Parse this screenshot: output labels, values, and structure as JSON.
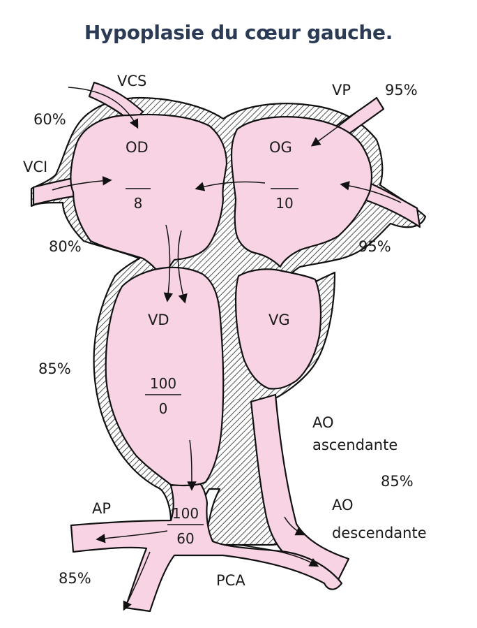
{
  "title": "Hypoplasie du cœur gauche.",
  "colors": {
    "chamber_fill": "#f7d3e4",
    "hatch": "#222222",
    "title": "#2b3a55"
  },
  "labels": {
    "vcs": "VCS",
    "vci": "VCI",
    "vp": "VP",
    "od": "OD",
    "og": "OG",
    "vd": "VD",
    "vg": "VG",
    "ap": "AP",
    "pca": "PCA",
    "ao_asc_1": "AO",
    "ao_asc_2": "ascendante",
    "ao_desc_1": "AO",
    "ao_desc_2": "descendante"
  },
  "saturations": {
    "vcs": "60%",
    "vci": "80%",
    "vp_top": "95%",
    "vp_bottom": "95%",
    "vd": "85%",
    "ao": "85%",
    "ap": "85%"
  },
  "pressures": {
    "od": {
      "num": "",
      "den": "8"
    },
    "og": {
      "num": "",
      "den": "10"
    },
    "vd": {
      "num": "100",
      "den": "0"
    },
    "ap": {
      "num": "100",
      "den": "60"
    }
  }
}
